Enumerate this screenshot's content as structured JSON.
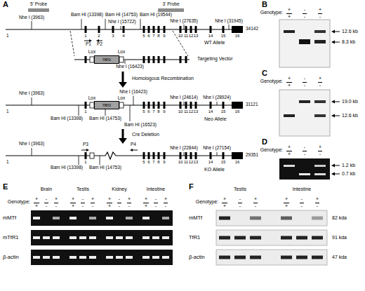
{
  "diagram": {
    "nodes": [
      {
        "text": [
          "5' Probe"
        ]
      },
      {
        "text": [
          "3' Probe"
        ]
      },
      {
        "text": [
          "neo"
        ]
      },
      {
        "text": [
          "neo"
        ]
      }
    ],
    "labels": [
      "A",
      "Nhe I (3963)",
      "Bam HI (13398)",
      "Bam HI (14753)",
      "Bam HI (19544)",
      "Nhe I (15722)",
      "Nhe I (27635)",
      "Nhe I (31945)",
      "1",
      "34142",
      "1",
      "2",
      "3",
      "4",
      "5",
      "6",
      "7",
      "8",
      "9",
      "10",
      "11",
      "12",
      "13",
      "14",
      "15",
      "16",
      "P1",
      "P2",
      "WT Allele",
      "Lox",
      "Lox",
      "Nhe I (16423)",
      "Targeting Vector",
      "Homologous Recombination",
      "Nhe I (3963)",
      "Bam HI (13398)",
      "Lox",
      "Lox",
      "Bam HI (14753)",
      "Nhe I (16423)",
      "Bam HI (16523)",
      "Nhe I (24614)",
      "Nhe I (28924)",
      "1",
      "31121",
      "1",
      "5",
      "6",
      "7",
      "8",
      "9",
      "10",
      "11",
      "12",
      "13",
      "14",
      "15",
      "16",
      "Neo Allele",
      "Cre Deletion",
      "Nhe I (3963)",
      "P3",
      "P4",
      "Bam HI (13398)",
      "Bam HI (14753)",
      "Nhe I (22844)",
      "Nhe I (27154)",
      "1",
      "29351",
      "1",
      "5",
      "6",
      "7",
      "8",
      "9",
      "10",
      "11",
      "12",
      "13",
      "14",
      "15",
      "16",
      "KO Allele",
      "B",
      "Genotype:",
      "+",
      "+",
      "-",
      "-",
      "+",
      "-",
      "12.6 kb",
      "8.3 kb",
      "C",
      "Genotype:",
      "+",
      "+",
      "-",
      "-",
      "+",
      "-",
      "19.0 kb",
      "12.6 kb",
      "D",
      "Genotype:",
      "+",
      "+",
      "-",
      "-",
      "+",
      "-",
      "1.2 kb",
      "0.7 kb",
      "E",
      "Brain",
      "Testis",
      "Kidney",
      "Intestine",
      "Genotype:",
      "+",
      "+",
      "-",
      "-",
      "+",
      "-",
      "+",
      "+",
      "-",
      "-",
      "+",
      "-",
      "+",
      "+",
      "-",
      "-",
      "+",
      "-",
      "+",
      "+",
      "-",
      "-",
      "+",
      "-",
      "mMTf",
      "mTfR1",
      "β-actin",
      "F",
      "Testis",
      "Intestine",
      "Genotype:",
      "+",
      "+",
      "-",
      "-",
      "+",
      "-",
      "+",
      "+",
      "-",
      "-",
      "+",
      "-",
      "mMTf",
      "TfR1",
      "β-actin",
      "82 kda",
      "91 kda",
      "47 kda"
    ]
  }
}
